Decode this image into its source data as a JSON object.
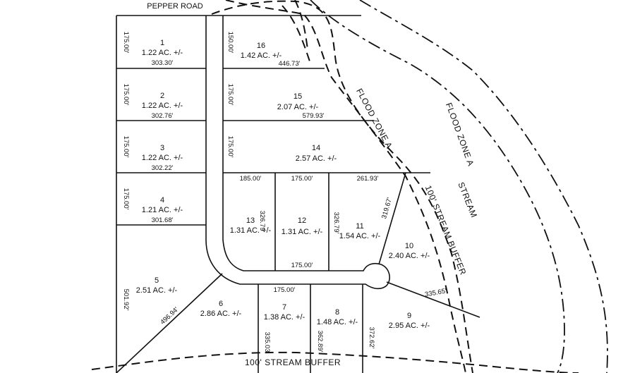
{
  "map": {
    "road_label": "PEPPER ROAD",
    "flood_zone_label_1": "FLOOD ZONE A",
    "flood_zone_label_2": "FLOOD ZONE A",
    "stream_label": "STREAM",
    "stream_buffer_label_1": "100' STREAM BUFFER",
    "stream_buffer_label_2": "100' STREAM BUFFER"
  },
  "lots": [
    {
      "number": "1",
      "acreage": "1.22 AC. +/-"
    },
    {
      "number": "2",
      "acreage": "1.22 AC. +/-"
    },
    {
      "number": "3",
      "acreage": "1.22 AC. +/-"
    },
    {
      "number": "4",
      "acreage": "1.21 AC. +/-"
    },
    {
      "number": "5",
      "acreage": "2.51 AC. +/-"
    },
    {
      "number": "6",
      "acreage": "2.86 AC. +/-"
    },
    {
      "number": "7",
      "acreage": "1.38 AC. +/-"
    },
    {
      "number": "8",
      "acreage": "1.48 AC. +/-"
    },
    {
      "number": "9",
      "acreage": "2.95 AC. +/-"
    },
    {
      "number": "10",
      "acreage": "2.40 AC. +/-"
    },
    {
      "number": "11",
      "acreage": "1.54 AC. +/-"
    },
    {
      "number": "12",
      "acreage": "1.31 AC. +/-"
    },
    {
      "number": "13",
      "acreage": "1.31 AC. +/-"
    },
    {
      "number": "14",
      "acreage": "2.57 AC. +/-"
    },
    {
      "number": "15",
      "acreage": "2.07 AC. +/-"
    },
    {
      "number": "16",
      "acreage": "1.42 AC. +/-"
    }
  ],
  "dimensions": {
    "lot1_depth": "303.30'",
    "lot2_depth": "302.76'",
    "lot3_depth": "302.22'",
    "lot4_depth": "301.68'",
    "lot1_front": "175.00'",
    "lot2_front": "175.00'",
    "lot3_front": "175.00'",
    "lot4_front": "175.00'",
    "lot5_side": "501.92'",
    "lot5_6_line": "496.94'",
    "lot16_front": "150.00'",
    "lot15_front": "175.00'",
    "lot14_front": "175.00'",
    "lot16_depth": "446.73'",
    "lot15_depth": "579.93'",
    "lot13_width": "185.00'",
    "lot12_width": "175.00'",
    "lot11_width": "261.93'",
    "lot12_side_left": "326.79'",
    "lot12_side_right": "326.79'",
    "lot11_10_line": "319.67'",
    "lot12_frontage": "175.00'",
    "lot7_width": "175.00'",
    "lot7_side": "335.03'",
    "lot8_side": "362.89'",
    "lot8_9_line": "372.62'",
    "lot9_10_line": "335.65'"
  }
}
